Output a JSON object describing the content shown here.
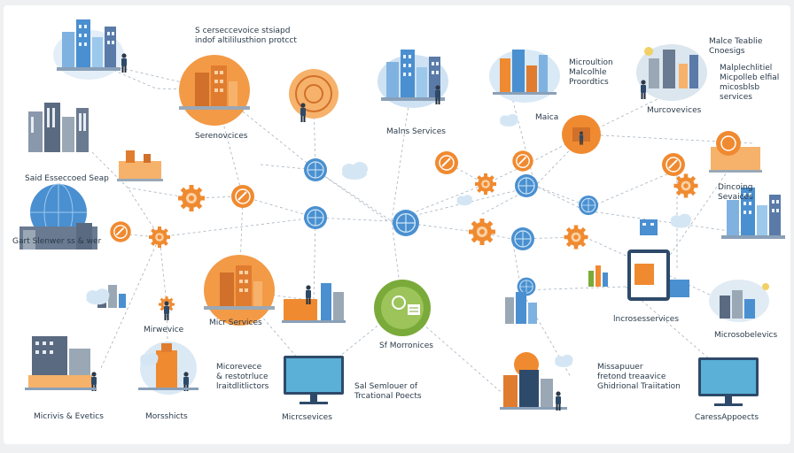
{
  "labels": {
    "top_center_a": "S cerseccevoice stsiapd\nindof altililusthion protcct",
    "top_right_a": "Microultion\nMalcolhle\nProordtics",
    "top_right_b": "Malce Teablie\nCnoesigs",
    "top_right_c": "Malplechlitiel\nMicpolleb elfial\nmicosblsb services",
    "services_left": "Serenovcices",
    "mains_services": "Malns Services",
    "maica": "Maica",
    "microvercices": "Murcovevices",
    "said_seap": "Said Esseccoed Seap",
    "dincoing_services": "Dincoing Sevaices",
    "gart_sienwer": "Gart Slenwer ss & wer",
    "mircrosoftervices": "Micr Services",
    "mirncevice": "Mirwevice",
    "incrosesevices": "lncrosesservices",
    "microsobelevics": "Microsobelevics",
    "sf_morronices": "Sf Morronices",
    "microsevere": "Micorevece\n& restotrluce\nlraitdlitlictors",
    "missapluer": "Missapuuer\nfretond treaavice\nGhidrional Traiitation",
    "mirroris_evetics": "Micrivis & Evetics",
    "morsshicts": "Morsshicts",
    "microservices_bottom": "Micrcsevices",
    "sal_semlouer": "Sal Semlouer of\nTrcational Poects",
    "caressappoects": "CaressAppoects"
  },
  "colors": {
    "orange": "#f08a30",
    "orange_light": "#f6b26b",
    "blue": "#4a8fd0",
    "blue_light": "#9cc8ec",
    "teal": "#5ab0d6",
    "green": "#7aaa3a",
    "navy": "#2e4a6a",
    "line": "#9aa8b6"
  },
  "icons": [
    "gear-icon",
    "globe-icon",
    "cloud-icon",
    "monitor-icon",
    "building-icon",
    "person-icon",
    "lightbulb-icon",
    "magnifier-icon"
  ]
}
